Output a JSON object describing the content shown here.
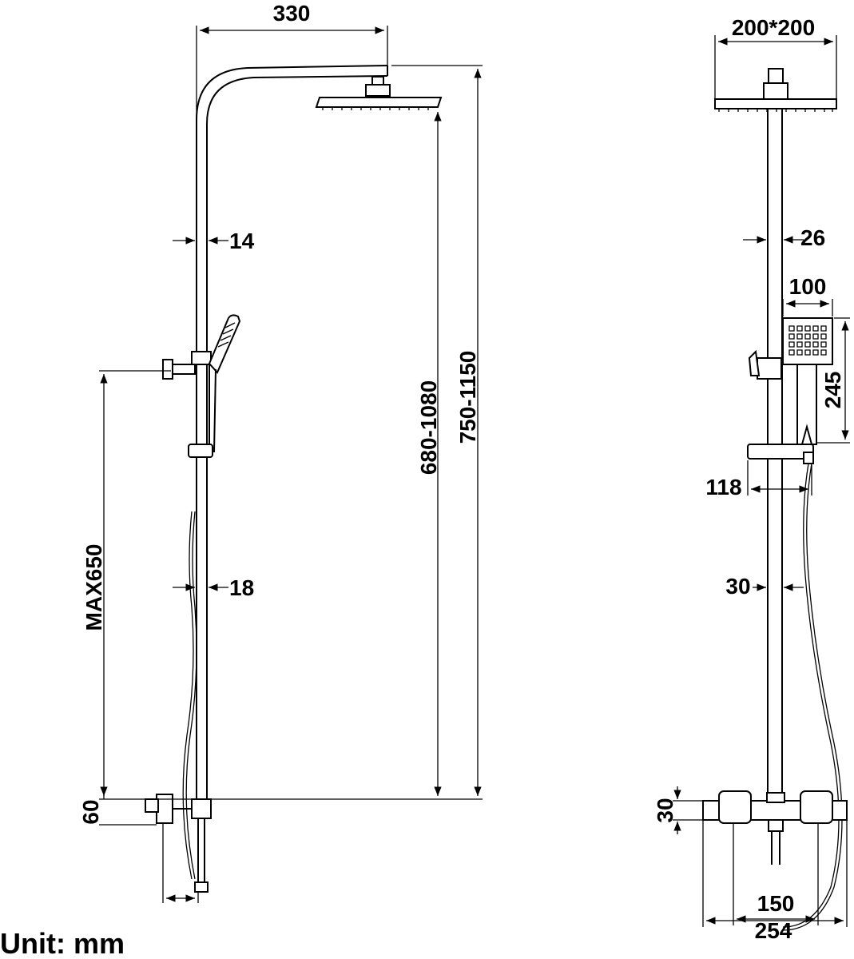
{
  "dimensions": {
    "side_reach": "330",
    "head_size": "200*200",
    "upper_pipe_side": "14",
    "upper_pipe_front": "26",
    "handshower_width": "100",
    "handshower_length": "245",
    "holder_offset": "118",
    "lower_pipe_side": "18",
    "lower_pipe_front": "30",
    "slide_max": "MAX650",
    "head_height_range": "680-1080",
    "total_height_range": "750-1150",
    "valve_height_side": "60",
    "valve_height_front": "30",
    "inlet_spacing": "150",
    "valve_width": "254"
  },
  "unit_label": "Unit: mm"
}
